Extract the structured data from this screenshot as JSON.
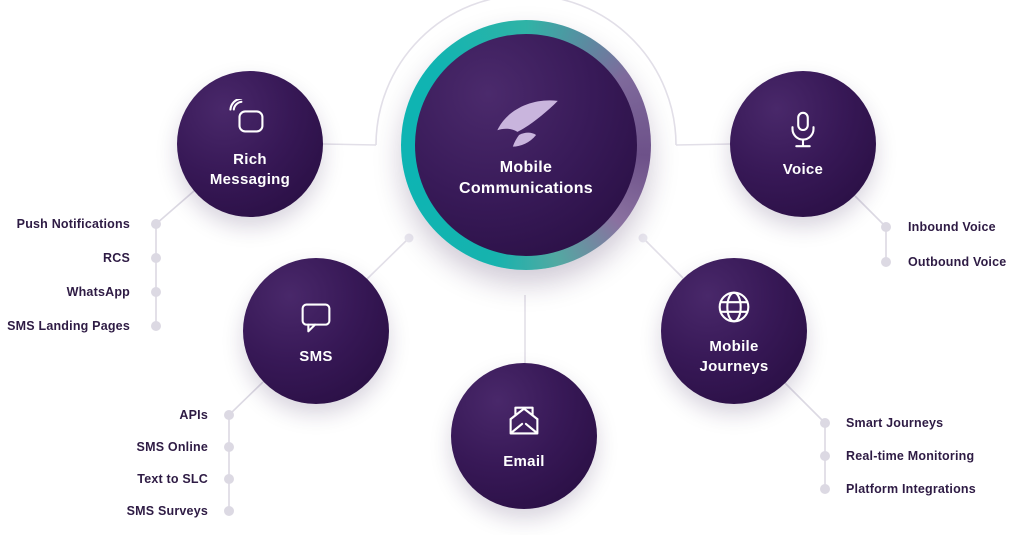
{
  "diagram": {
    "title": "Mobile Communications product wheel",
    "center": {
      "label": "Mobile Communications",
      "logo": "brand-arrow-logo"
    },
    "nodes": [
      {
        "id": "rich-messaging",
        "label": "Rich Messaging",
        "icon": "chat-signal-icon",
        "items": [
          "Push Notifications",
          "RCS",
          "WhatsApp",
          "SMS Landing Pages"
        ]
      },
      {
        "id": "voice",
        "label": "Voice",
        "icon": "microphone-icon",
        "items": [
          "Inbound Voice",
          "Outbound Voice"
        ]
      },
      {
        "id": "sms",
        "label": "SMS",
        "icon": "speech-bubble-icon",
        "items": [
          "APIs",
          "SMS Online",
          "Text to SLC",
          "SMS Surveys"
        ]
      },
      {
        "id": "mobile-journeys",
        "label": "Mobile Journeys",
        "icon": "globe-icon",
        "items": [
          "Smart Journeys",
          "Real-time Monitoring",
          "Platform Integrations"
        ]
      },
      {
        "id": "email",
        "label": "Email",
        "icon": "open-envelope-icon",
        "items": []
      }
    ],
    "colors": {
      "teal_accent": "#14b3ae",
      "purple_dark": "#2c1145",
      "purple_mid": "#3d1f5d",
      "logo_lavender": "#c9b5dd",
      "connector_gray": "#e2dfe8",
      "dot_gray": "#dcd9e3",
      "side_label_text": "#2e1b44"
    }
  }
}
